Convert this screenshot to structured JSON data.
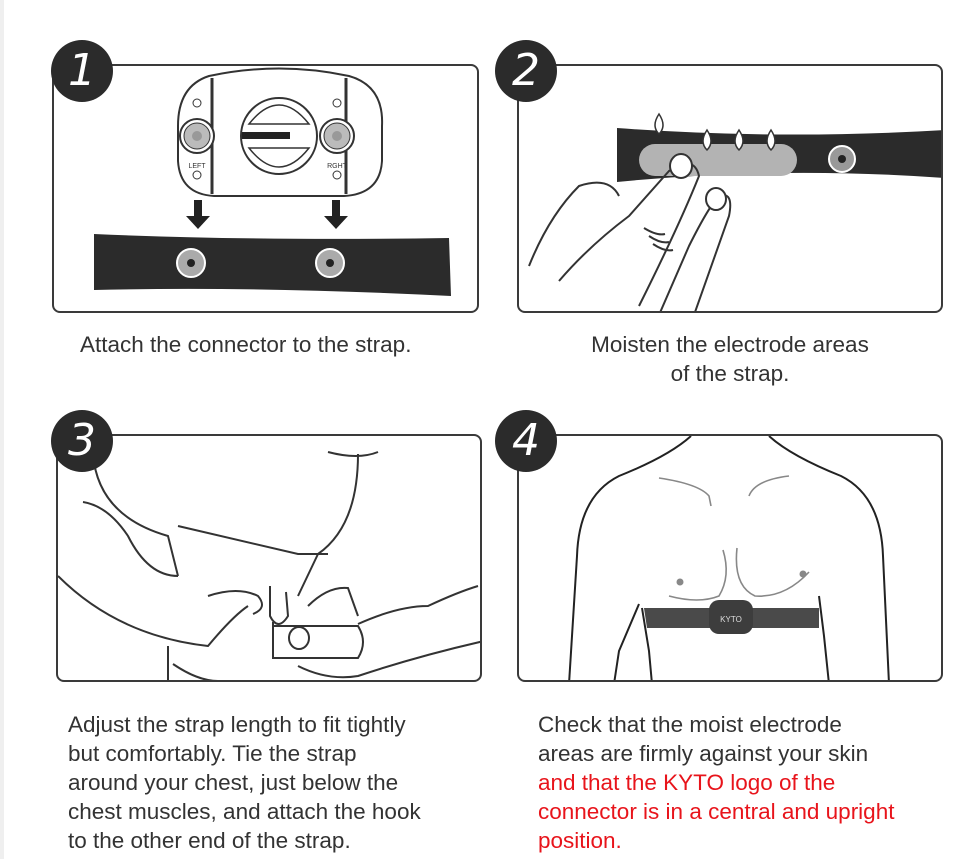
{
  "steps": [
    {
      "number": "1",
      "illustration": "connector-attaching-to-strap",
      "connector_labels": {
        "left": "LEFT",
        "right": "RGHT"
      },
      "caption": "Attach the connector to the strap."
    },
    {
      "number": "2",
      "illustration": "finger-moistening-electrode",
      "caption_line1": "Moisten the electrode areas",
      "caption_line2": "of the strap."
    },
    {
      "number": "3",
      "illustration": "hands-hooking-strap",
      "caption_lines": [
        "Adjust the strap length to fit tightly",
        "but comfortably. Tie the strap",
        "around your chest, just below the",
        "chest muscles, and attach the hook",
        "to the other end of the strap."
      ]
    },
    {
      "number": "4",
      "illustration": "torso-wearing-strap",
      "strap_logo": "KYTO",
      "caption_lines_normal": [
        "Check that the moist electrode",
        "areas are firmly against your skin"
      ],
      "caption_lines_highlight": [
        "and that the KYTO logo of the",
        "connector is in a central and upright",
        "position."
      ],
      "highlight_color": "#e8141b"
    }
  ]
}
